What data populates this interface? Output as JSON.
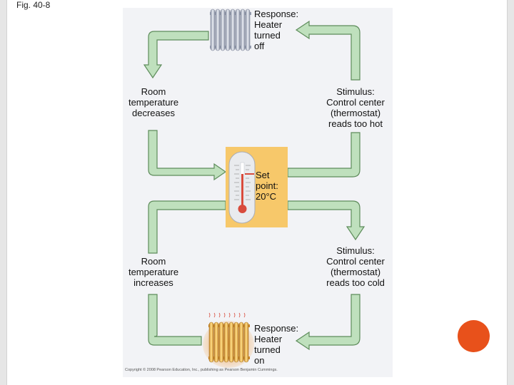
{
  "figure_label": "Fig. 40-8",
  "labels": {
    "response_off": "Response:\nHeater\nturned\noff",
    "stimulus_hot": "Stimulus:\nControl center\n(thermostat)\nreads too hot",
    "room_decreases": "Room\ntemperature\ndecreases",
    "set_point": "Set\npoint:\n20°C",
    "stimulus_cold": "Stimulus:\nControl center\n(thermostat)\nreads too cold",
    "room_increases": "Room\ntemperature\nincreases",
    "response_on": "Response:\nHeater\nturned\non"
  },
  "copyright": "Copyright © 2008 Pearson Education, Inc., publishing as Pearson Benjamin Cummings.",
  "colors": {
    "arrow_fill": "#bfe0bd",
    "arrow_stroke": "#5e8c5b",
    "set_point_box": "#f7c86a",
    "accent_dot": "#e8511b"
  }
}
